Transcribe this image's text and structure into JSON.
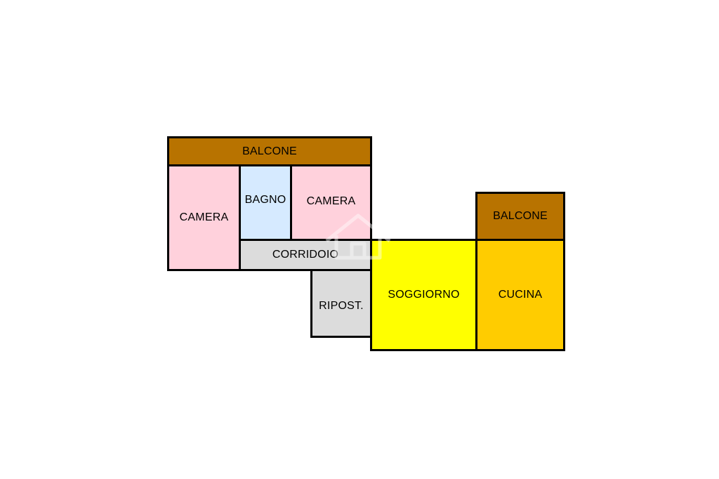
{
  "colors": {
    "balcone": "#b87300",
    "camera": "#ffd1dc",
    "bagno": "#d6eaff",
    "corridoio": "#dcdcdc",
    "ripostiglio": "#dcdcdc",
    "soggiorno": "#ffff00",
    "cucina": "#ffcc00",
    "walls": "#000000"
  },
  "rooms": {
    "balcone_top": {
      "label": "BALCONE",
      "color_key": "balcone"
    },
    "camera_left": {
      "label": "CAMERA",
      "color_key": "camera"
    },
    "bagno": {
      "label": "BAGNO",
      "color_key": "bagno"
    },
    "camera_right": {
      "label": "CAMERA",
      "color_key": "camera"
    },
    "corridoio": {
      "label": "CORRIDOIO",
      "color_key": "corridoio"
    },
    "ripostiglio": {
      "label": "RIPOST.",
      "color_key": "ripostiglio"
    },
    "soggiorno": {
      "label": "SOGGIORNO",
      "color_key": "soggiorno"
    },
    "cucina": {
      "label": "CUCINA",
      "color_key": "cucina"
    },
    "balcone_right": {
      "label": "BALCONE",
      "color_key": "balcone"
    }
  },
  "watermark": {
    "icon": "house-logo-watermark-icon"
  }
}
